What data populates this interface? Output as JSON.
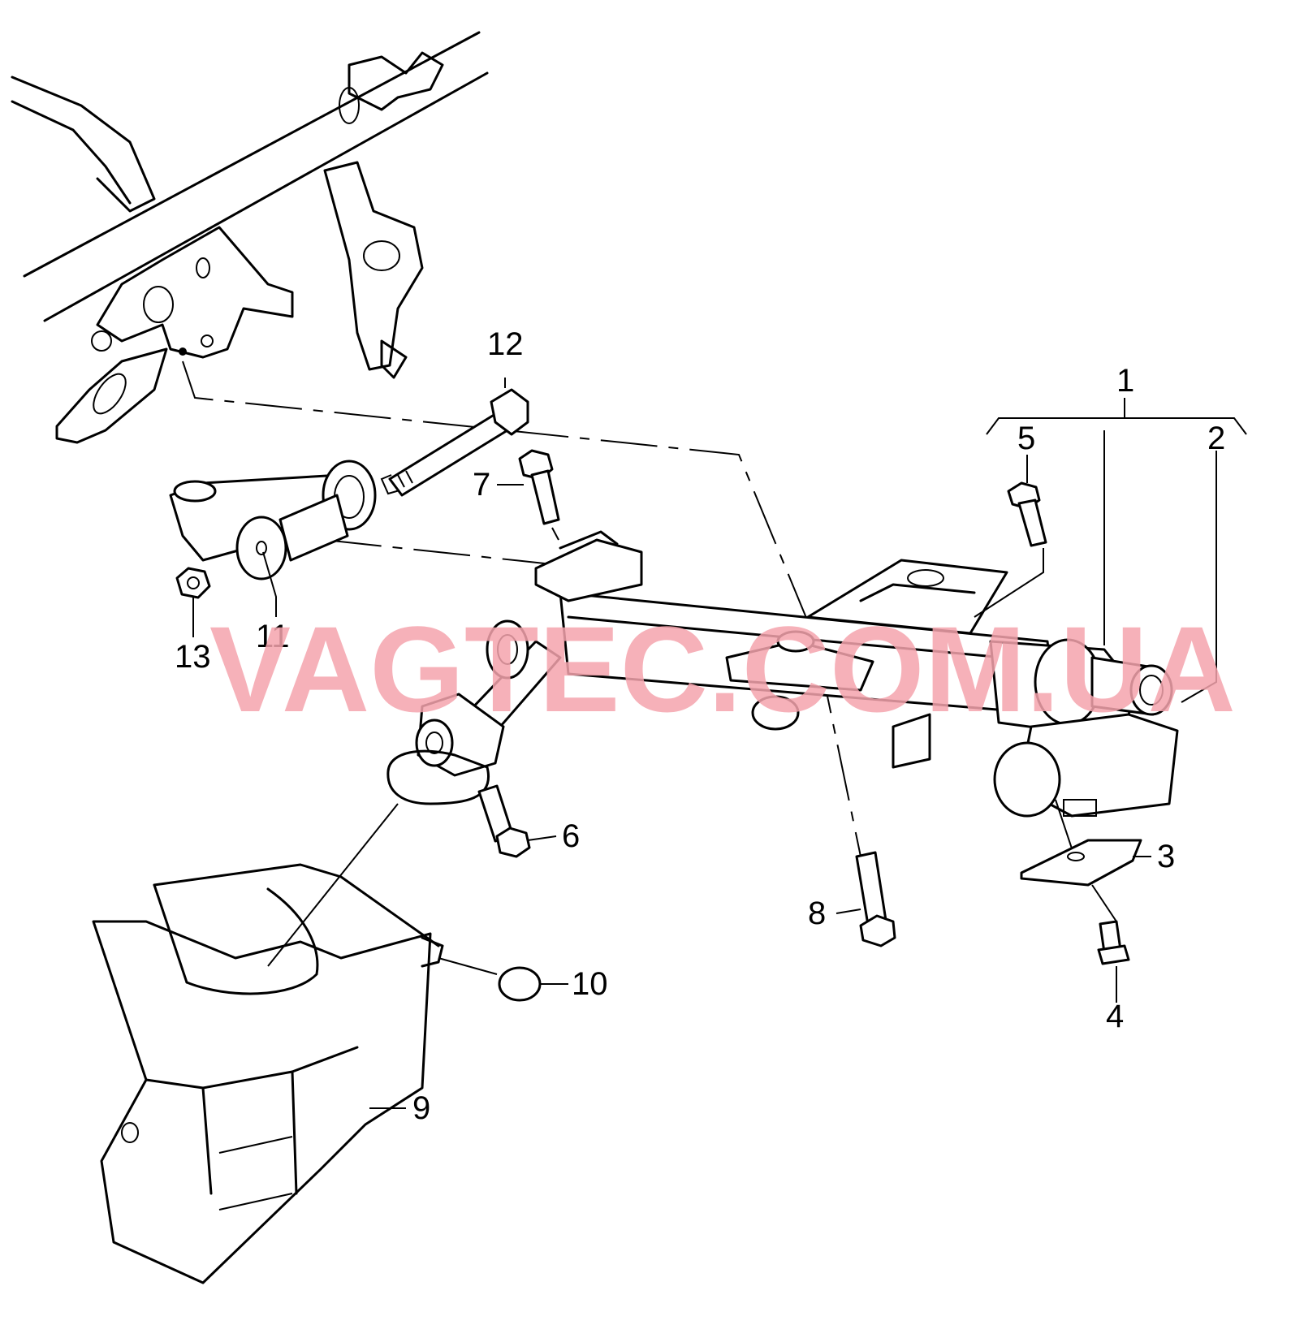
{
  "watermark": "VAGTEC.COM.UA",
  "callouts": {
    "c1": "1",
    "c2": "2",
    "c3": "3",
    "c4": "4",
    "c5": "5",
    "c6": "6",
    "c7": "7",
    "c8": "8",
    "c9": "9",
    "c10": "10",
    "c11": "11",
    "c12": "12",
    "c13": "13"
  }
}
